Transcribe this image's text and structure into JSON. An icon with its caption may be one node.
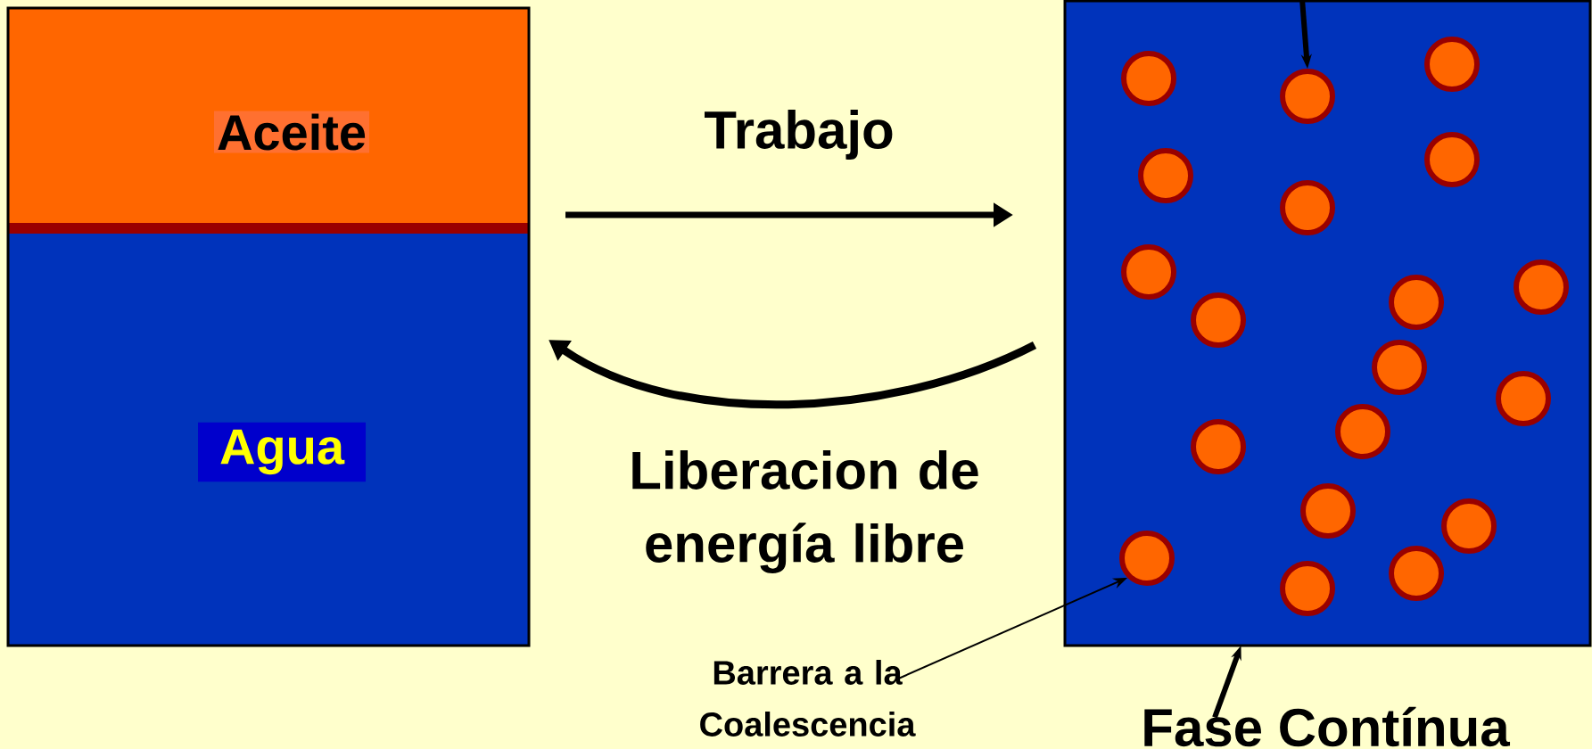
{
  "diagram": {
    "nodes": [
      {
        "text": [],
        "shape": "box"
      },
      {
        "text": [
          "Aceite"
        ],
        "in": 0
      },
      {
        "text": [
          "Agua"
        ],
        "in": 0
      },
      {
        "text": [],
        "shape": "box"
      },
      {
        "text": [],
        "shape": "circle",
        "in": 3
      },
      {
        "text": [],
        "shape": "circle",
        "in": 3
      },
      {
        "text": [],
        "shape": "circle",
        "in": 3
      },
      {
        "text": [],
        "shape": "circle",
        "in": 3
      },
      {
        "text": [],
        "shape": "circle",
        "in": 3
      },
      {
        "text": [],
        "shape": "circle",
        "in": 3
      },
      {
        "text": [],
        "shape": "circle",
        "in": 3
      },
      {
        "text": [],
        "shape": "circle",
        "in": 3
      },
      {
        "text": [],
        "shape": "circle",
        "in": 3
      },
      {
        "text": [],
        "shape": "circle",
        "in": 3
      },
      {
        "text": [],
        "shape": "circle",
        "in": 3
      },
      {
        "text": [],
        "shape": "circle",
        "in": 3
      },
      {
        "text": [],
        "shape": "circle",
        "in": 3
      },
      {
        "text": [],
        "shape": "circle",
        "in": 3
      },
      {
        "text": [],
        "shape": "circle",
        "in": 3
      },
      {
        "text": [],
        "shape": "circle",
        "in": 3
      },
      {
        "text": [],
        "shape": "circle",
        "in": 3
      },
      {
        "text": [],
        "shape": "circle",
        "in": 3
      },
      {
        "text": [],
        "shape": "circle",
        "in": 3
      },
      {
        "text": [
          "Barrera a la Coalescencia"
        ]
      },
      {
        "text": [
          "Fase Contínua"
        ]
      }
    ],
    "edges": [
      {
        "from": 0,
        "to": 3,
        "arrow": "to",
        "label": "Trabajo"
      },
      {
        "from": 3,
        "to": 0,
        "arrow": "to",
        "label": "Liberacion de energía libre"
      },
      {
        "from": 23,
        "to": 20,
        "arrow": "to"
      },
      {
        "from": 24,
        "to": 3,
        "arrow": "to"
      },
      {
        "from": null,
        "to": 6,
        "arrow": "to"
      }
    ]
  }
}
